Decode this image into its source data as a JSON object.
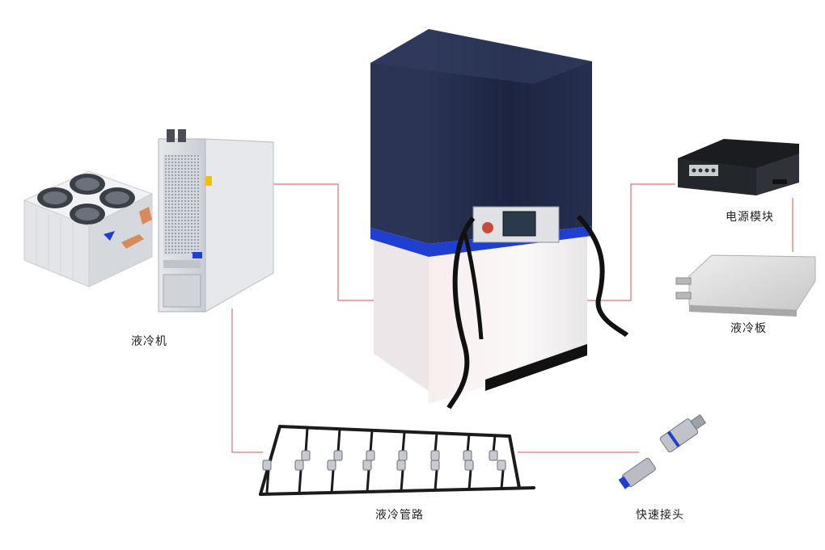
{
  "labels": {
    "liquid_cooler": "液冷机",
    "power_module": "电源模块",
    "cold_plate": "液冷板",
    "piping": "液冷管路",
    "quick_connector": "快速接头"
  },
  "colors": {
    "connector_line": "#d9534f",
    "cabinet_navy": "#1f2747",
    "cabinet_white": "#f4f2f2",
    "accent_blue": "#1f3fd1",
    "panel_grey": "#dcdfe3"
  }
}
